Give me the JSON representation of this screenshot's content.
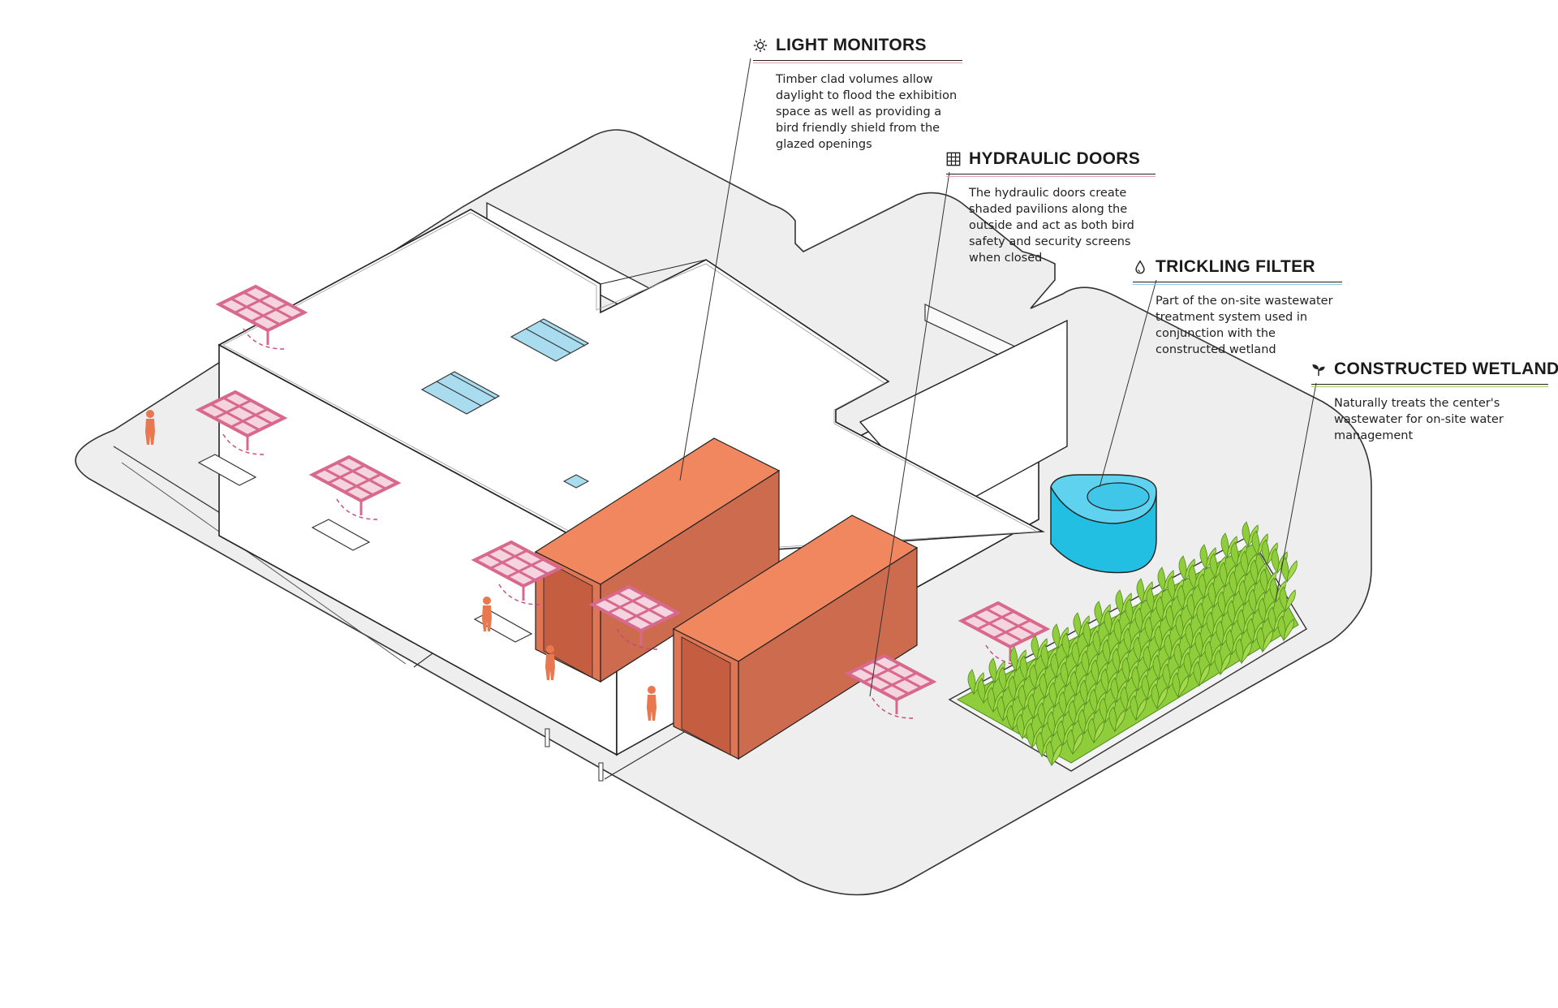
{
  "colors": {
    "ground": "#eeeeee",
    "ground_stroke": "#333333",
    "roof": "#ffffff",
    "light_monitor_top": "#f1875f",
    "light_monitor_side": "#cc6b4e",
    "light_monitor_front": "#de7656",
    "hydraulic_door": "#d8698d",
    "skylight": "#a9dcee",
    "trickling_filter": "#23bfe2",
    "wetland_plant": "#8fce3a",
    "wetland_plant_dark": "#4f8a1f",
    "person": "#e7784f",
    "light_monitors_accent": "#e6a0a9",
    "hydraulic_doors_accent": "#e6a0a9",
    "trickling_filter_accent": "#8ccde3",
    "constructed_wetland_accent": "#a6cf63"
  },
  "callouts": [
    {
      "id": "light_monitors",
      "icon": "sun-icon",
      "title": "LIGHT MONITORS",
      "body": "Timber clad volumes allow daylight to flood the exhibition space as well as providing a bird friendly shield from the glazed openings"
    },
    {
      "id": "hydraulic_doors",
      "icon": "grid-icon",
      "title": "HYDRAULIC DOORS",
      "body": "The hydraulic doors create shaded pavilions along the outside and act as both bird safety and security screens when closed"
    },
    {
      "id": "trickling_filter",
      "icon": "water-drop-icon",
      "title": "TRICKLING FILTER",
      "body": "Part of the on-site wastewater treatment system used in conjunction with the constructed wetland"
    },
    {
      "id": "constructed_wetland",
      "icon": "sprout-icon",
      "title": "CONSTRUCTED WETLAND",
      "body": "Naturally treats the center's wastewater for on-site water management"
    }
  ]
}
